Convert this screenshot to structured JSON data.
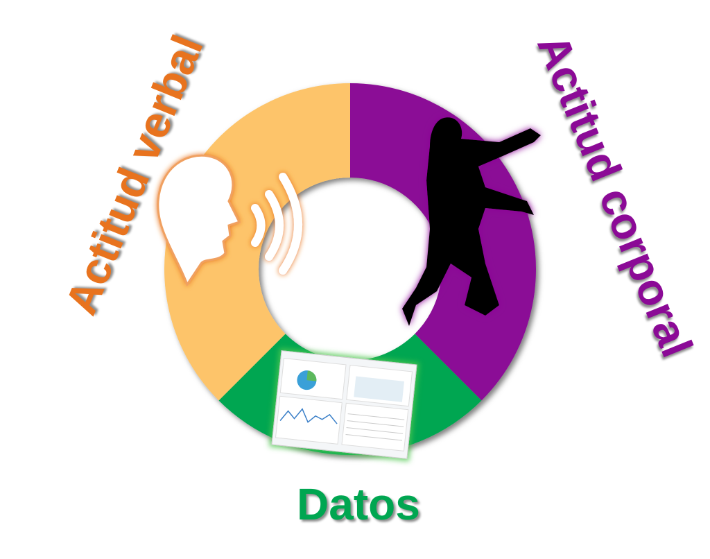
{
  "title_segments": [
    {
      "label": "Actitud verbal",
      "color": "#FDC46A",
      "text_color": "#E8731E",
      "fraction": 0.375
    },
    {
      "label": "Datos",
      "color": "#00A651",
      "text_color": "#00A651",
      "fraction": 0.25
    },
    {
      "label": "Actitud corporal",
      "color": "#8B0A96",
      "text_color": "#8B0A96",
      "fraction": 0.375
    }
  ],
  "icons": [
    "speaking-head-icon",
    "dancer-silhouette-icon",
    "analytics-dashboard-icon"
  ]
}
